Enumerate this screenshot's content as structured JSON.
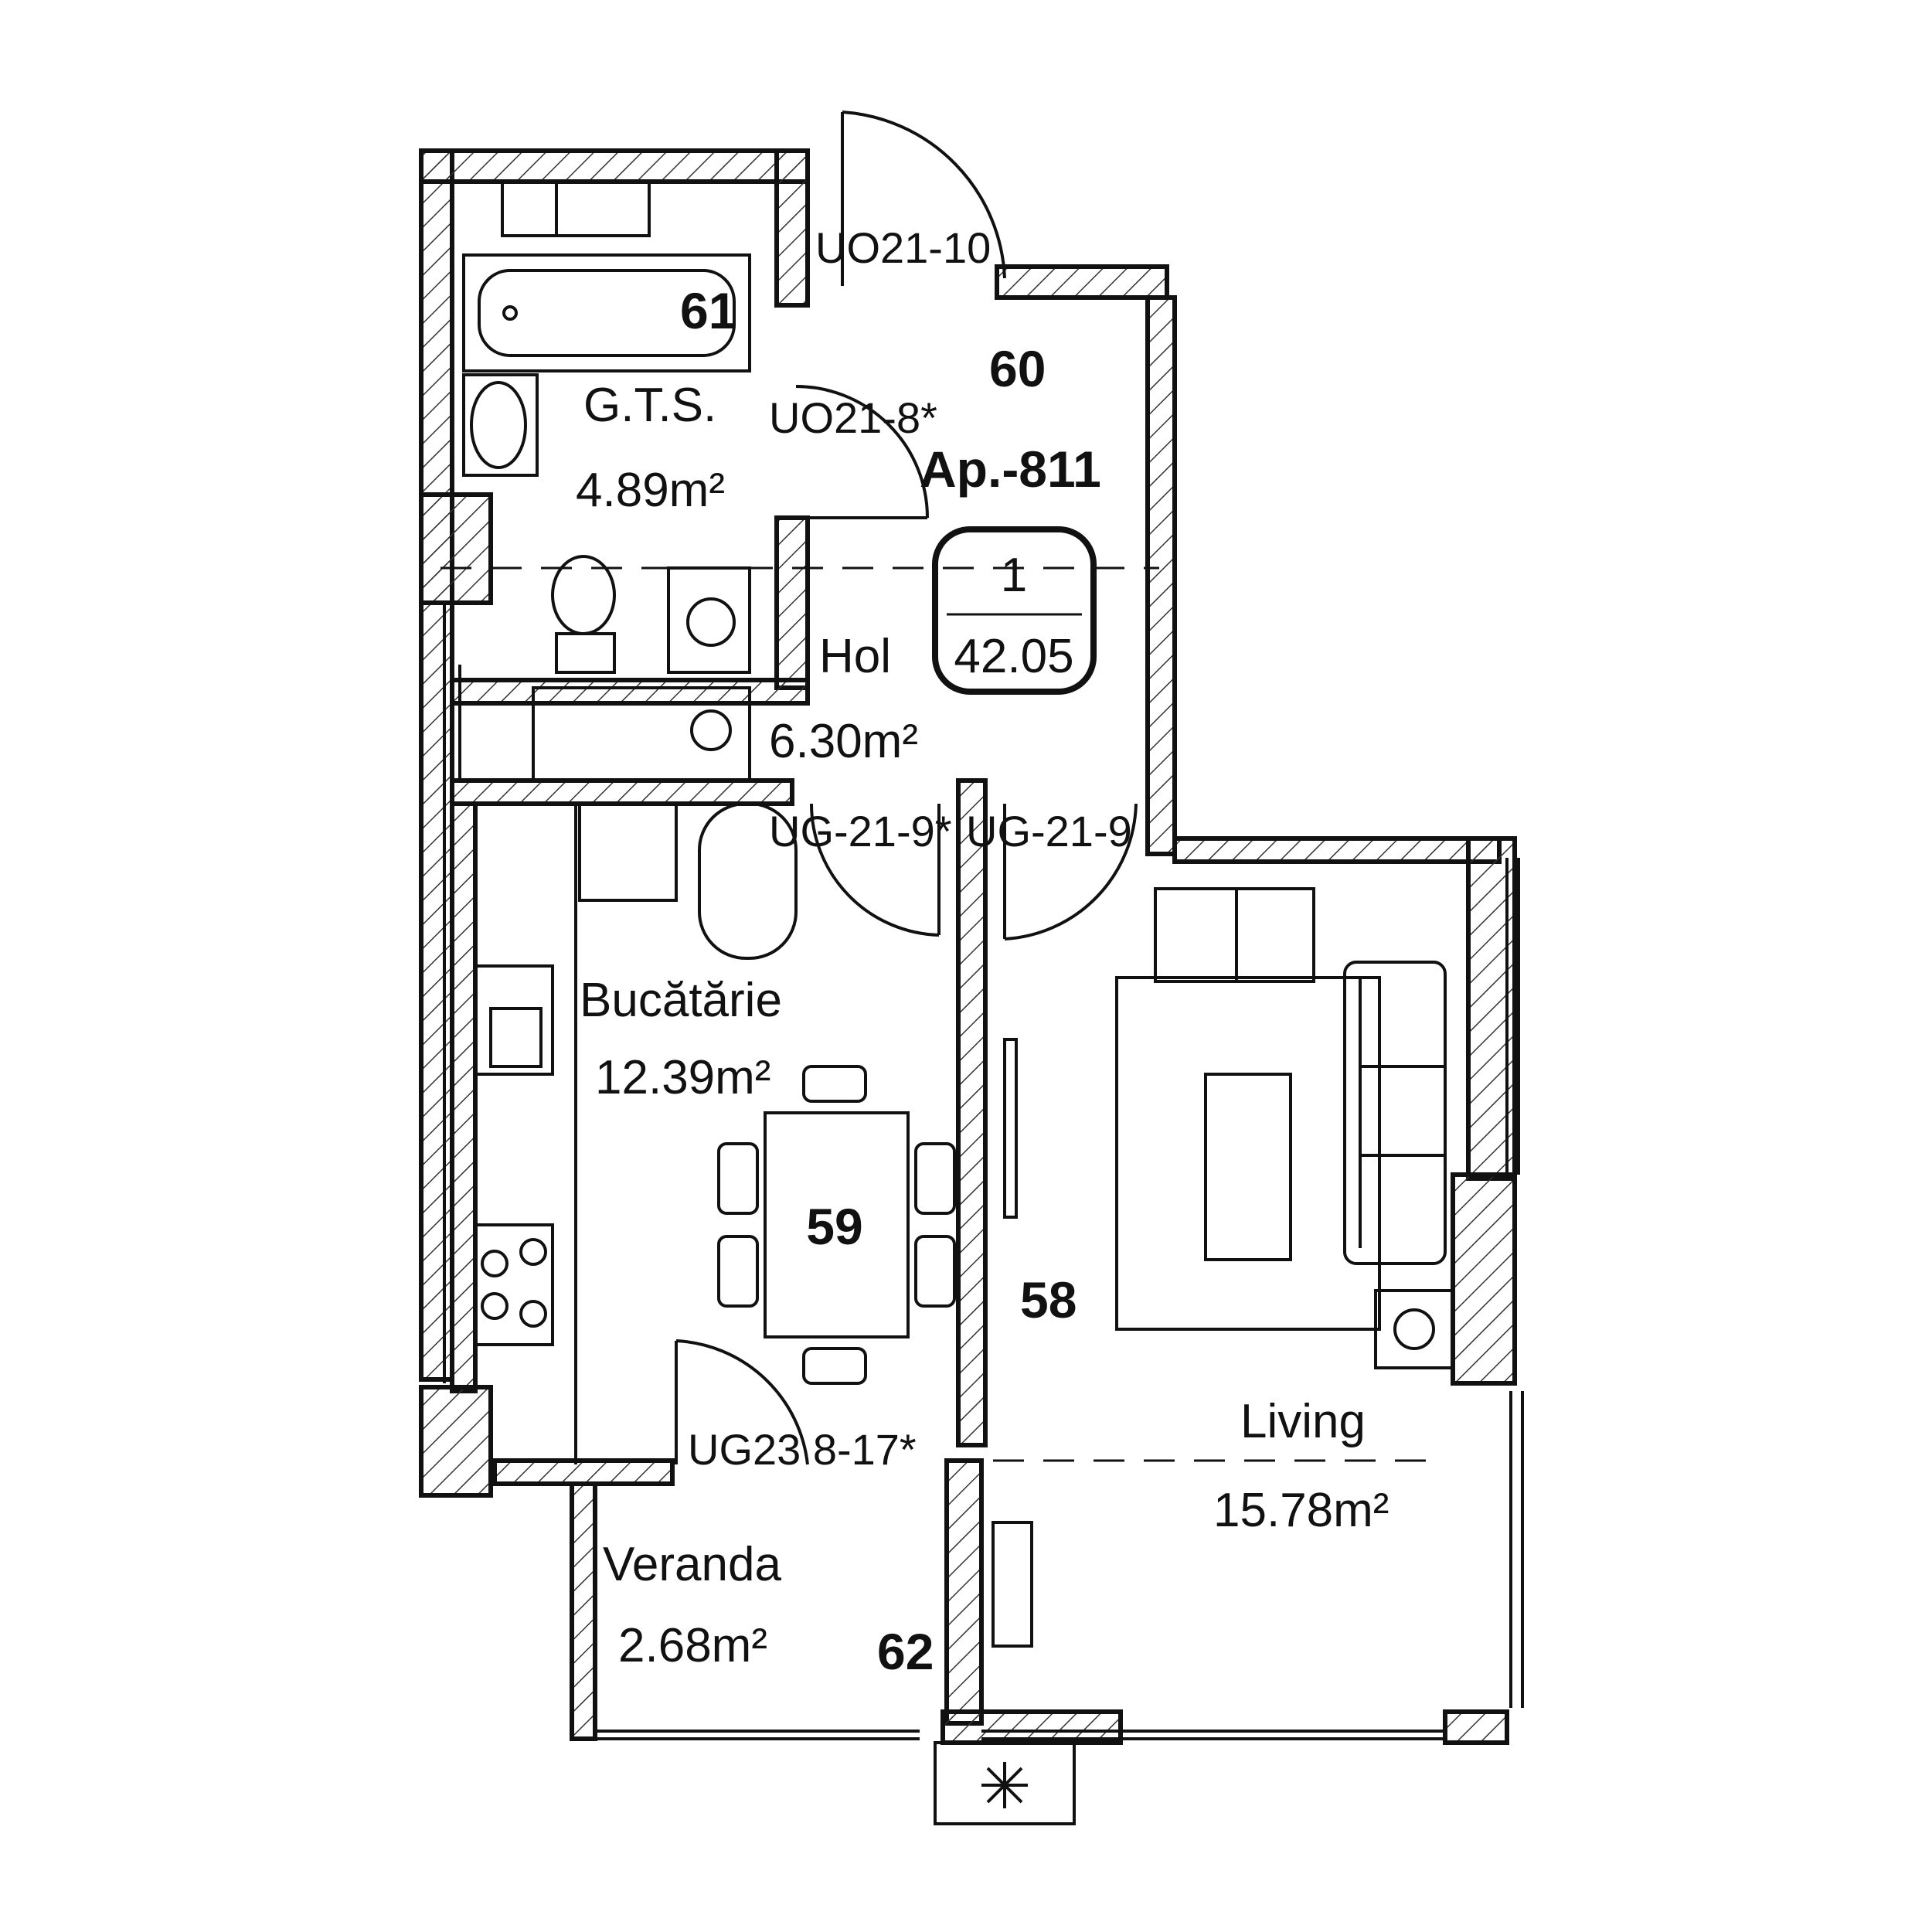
{
  "apartment": {
    "label": "Ap.-811",
    "badge_top": "1",
    "badge_bottom": "42.05"
  },
  "rooms": {
    "bathroom": {
      "number": "61",
      "name": "G.T.S.",
      "area": "4.89m²"
    },
    "hall": {
      "number": "60",
      "name": "Hol",
      "area": "6.30m²"
    },
    "kitchen": {
      "number": "59",
      "name": "Bucătărie",
      "area": "12.39m²"
    },
    "living": {
      "number": "58",
      "name": "Living",
      "area": "15.78m²"
    },
    "veranda": {
      "number": "62",
      "name": "Veranda",
      "area": "2.68m²"
    }
  },
  "doors": {
    "entrance": "UO21-10",
    "bathroom": "UO21-8*",
    "kitchen": "UG-21-9*",
    "living": "UG-21-9",
    "veranda": "UG23 8-17*"
  },
  "icons": {
    "outdoor_unit": "snowflake-icon",
    "washer": "washing-machine-icon",
    "stove": "cooktop-icon",
    "sink": "sink-icon",
    "bathtub": "bathtub-icon",
    "toilet": "toilet-icon",
    "sofa": "sofa-icon",
    "table": "dining-table-icon"
  }
}
